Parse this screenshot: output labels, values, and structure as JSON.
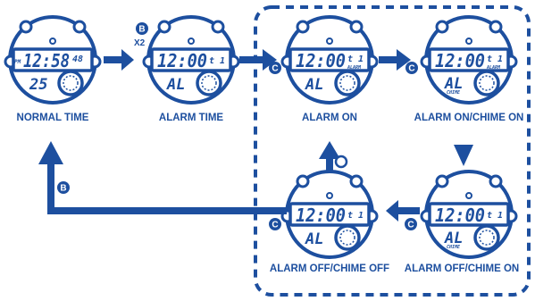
{
  "colors": {
    "primary": "#1d4f9f",
    "background": "#ffffff"
  },
  "states": {
    "normal_time": {
      "label": "NORMAL TIME",
      "time": "12:58",
      "seconds": "48",
      "indicator": "PM",
      "lower": "25"
    },
    "alarm_time": {
      "label": "ALARM TIME",
      "time": "12:00",
      "mode": "t 1",
      "lower": "AL"
    },
    "alarm_on": {
      "label": "ALARM ON",
      "time": "12:00",
      "mode": "t 1",
      "flag": "ALARM",
      "lower": "AL"
    },
    "alarm_chime": {
      "label": "ALARM ON/CHIME ON",
      "time": "12:00",
      "mode": "t 1",
      "flag": "ALARM",
      "flag2": "CHIME",
      "lower": "AL"
    },
    "off_chime_on": {
      "label": "ALARM OFF/CHIME ON",
      "time": "12:00",
      "mode": "t 1",
      "flag2": "CHIME",
      "lower": "AL"
    },
    "off_off": {
      "label": "ALARM OFF/CHIME OFF",
      "time": "12:00",
      "mode": "t 1",
      "lower": "AL"
    }
  },
  "buttons": {
    "b": "B",
    "c": "C",
    "x2": "X2"
  },
  "icons": [
    "watch-icon",
    "right-arrow-icon",
    "down-arrow-icon",
    "up-arrow-icon",
    "left-arrow-icon",
    "button-b-icon",
    "button-c-icon"
  ]
}
